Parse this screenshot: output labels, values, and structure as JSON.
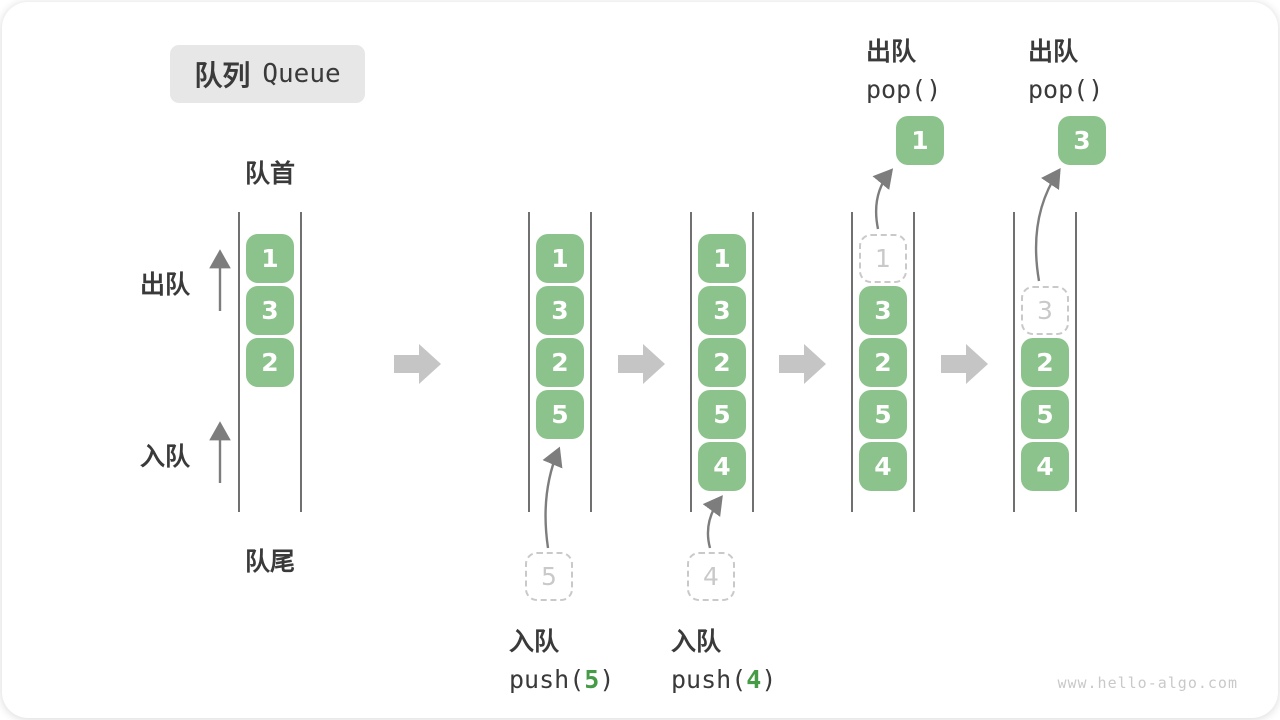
{
  "title": {
    "cjk": "队列",
    "en": "Queue"
  },
  "labels": {
    "front": "队首",
    "rear": "队尾",
    "dequeue": "出队",
    "enqueue": "入队"
  },
  "queues": [
    {
      "cells": [
        {
          "row": 1,
          "value": "1"
        },
        {
          "row": 2,
          "value": "3"
        },
        {
          "row": 3,
          "value": "2"
        }
      ]
    },
    {
      "cells": [
        {
          "row": 1,
          "value": "1"
        },
        {
          "row": 2,
          "value": "3"
        },
        {
          "row": 3,
          "value": "2"
        },
        {
          "row": 4,
          "value": "5"
        }
      ],
      "pending": {
        "value": "5"
      },
      "push_op": {
        "cjk": "入队",
        "pre": "push(",
        "arg": "5",
        "post": ")"
      }
    },
    {
      "cells": [
        {
          "row": 1,
          "value": "1"
        },
        {
          "row": 2,
          "value": "3"
        },
        {
          "row": 3,
          "value": "2"
        },
        {
          "row": 4,
          "value": "5"
        },
        {
          "row": 5,
          "value": "4"
        }
      ],
      "pending": {
        "value": "4"
      },
      "push_op": {
        "cjk": "入队",
        "pre": "push(",
        "arg": "4",
        "post": ")"
      }
    },
    {
      "cells": [
        {
          "row": 1,
          "value": "1",
          "dashed": true
        },
        {
          "row": 2,
          "value": "3"
        },
        {
          "row": 3,
          "value": "2"
        },
        {
          "row": 4,
          "value": "5"
        },
        {
          "row": 5,
          "value": "4"
        }
      ],
      "popped": {
        "value": "1"
      },
      "pop_op": {
        "cjk": "出队",
        "code": "pop()"
      }
    },
    {
      "cells": [
        {
          "row": 2,
          "value": "3",
          "dashed": true
        },
        {
          "row": 3,
          "value": "2"
        },
        {
          "row": 4,
          "value": "5"
        },
        {
          "row": 5,
          "value": "4"
        }
      ],
      "popped": {
        "value": "3"
      },
      "pop_op": {
        "cjk": "出队",
        "code": "pop()"
      }
    }
  ],
  "watermark": "www.hello-algo.com",
  "colors": {
    "cell_green": "#8CC28B",
    "code_arg_green": "#459B46",
    "block_arrow_gray": "#C5C5C5",
    "thin_arrow_gray": "#7D7D7D",
    "wall_gray": "#4D4D4D",
    "title_box_bg": "#E7E7E7",
    "dashed_gray": "#C9C9C9"
  }
}
